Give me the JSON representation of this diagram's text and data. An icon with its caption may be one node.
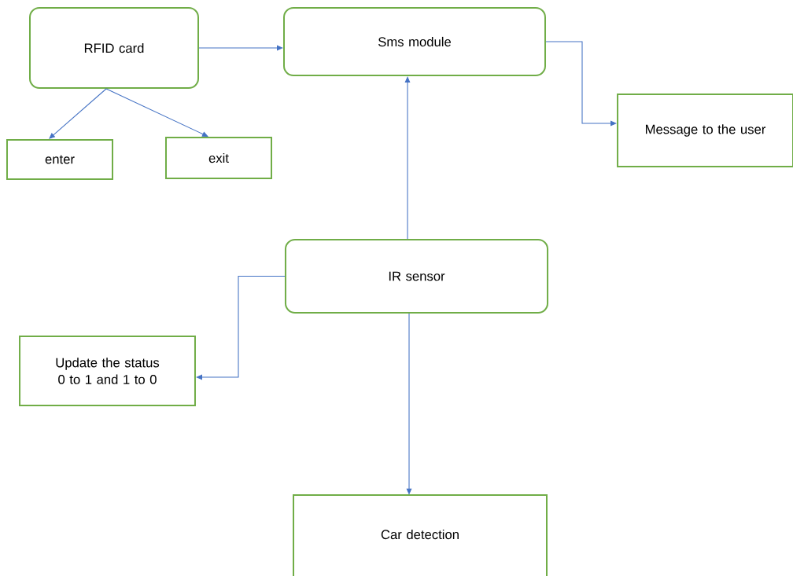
{
  "diagram": {
    "nodes": [
      {
        "text": [
          "RFID card"
        ]
      },
      {
        "text": [
          "Sms module"
        ]
      },
      {
        "text": [
          "enter"
        ]
      },
      {
        "text": [
          "exit"
        ]
      },
      {
        "text": [
          "Message to the user"
        ]
      },
      {
        "text": [
          "IR sensor"
        ]
      },
      {
        "text": [
          "Update the status 0 to 1 and 1 to 0"
        ]
      },
      {
        "text": [
          "Car detection"
        ]
      }
    ],
    "edges": [
      {
        "from": 0,
        "to": 1,
        "arrow": "to"
      },
      {
        "from": 0,
        "to": 2,
        "arrow": "to"
      },
      {
        "from": 0,
        "to": 3,
        "arrow": "to"
      },
      {
        "from": 1,
        "to": 4,
        "arrow": "to"
      },
      {
        "from": 5,
        "to": 1,
        "arrow": "to"
      },
      {
        "from": 5,
        "to": 6,
        "arrow": "to"
      },
      {
        "from": 5,
        "to": 7,
        "arrow": "to"
      }
    ]
  }
}
